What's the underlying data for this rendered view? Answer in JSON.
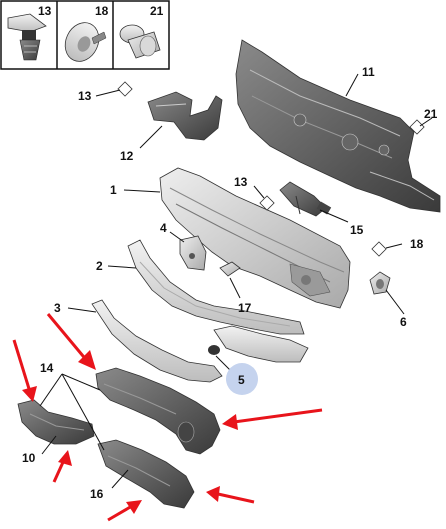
{
  "thumbnails": [
    {
      "label": "13",
      "icon": "push-clip-icon"
    },
    {
      "label": "18",
      "icon": "round-plug-icon"
    },
    {
      "label": "21",
      "icon": "rivet-clip-icon"
    }
  ],
  "callouts": {
    "c1": "1",
    "c2": "2",
    "c3": "3",
    "c4": "4",
    "c5": "5",
    "c6": "6",
    "c10": "10",
    "c11": "11",
    "c12": "12",
    "c13a": "13",
    "c13b": "13",
    "c14": "14",
    "c15": "15",
    "c16": "16",
    "c17": "17",
    "c18": "18",
    "c21": "21"
  },
  "colors": {
    "arrow": "#e8141b",
    "badge": "#c5d3ee",
    "part_fill": "#cfcfcf",
    "part_dark": "#555555"
  }
}
